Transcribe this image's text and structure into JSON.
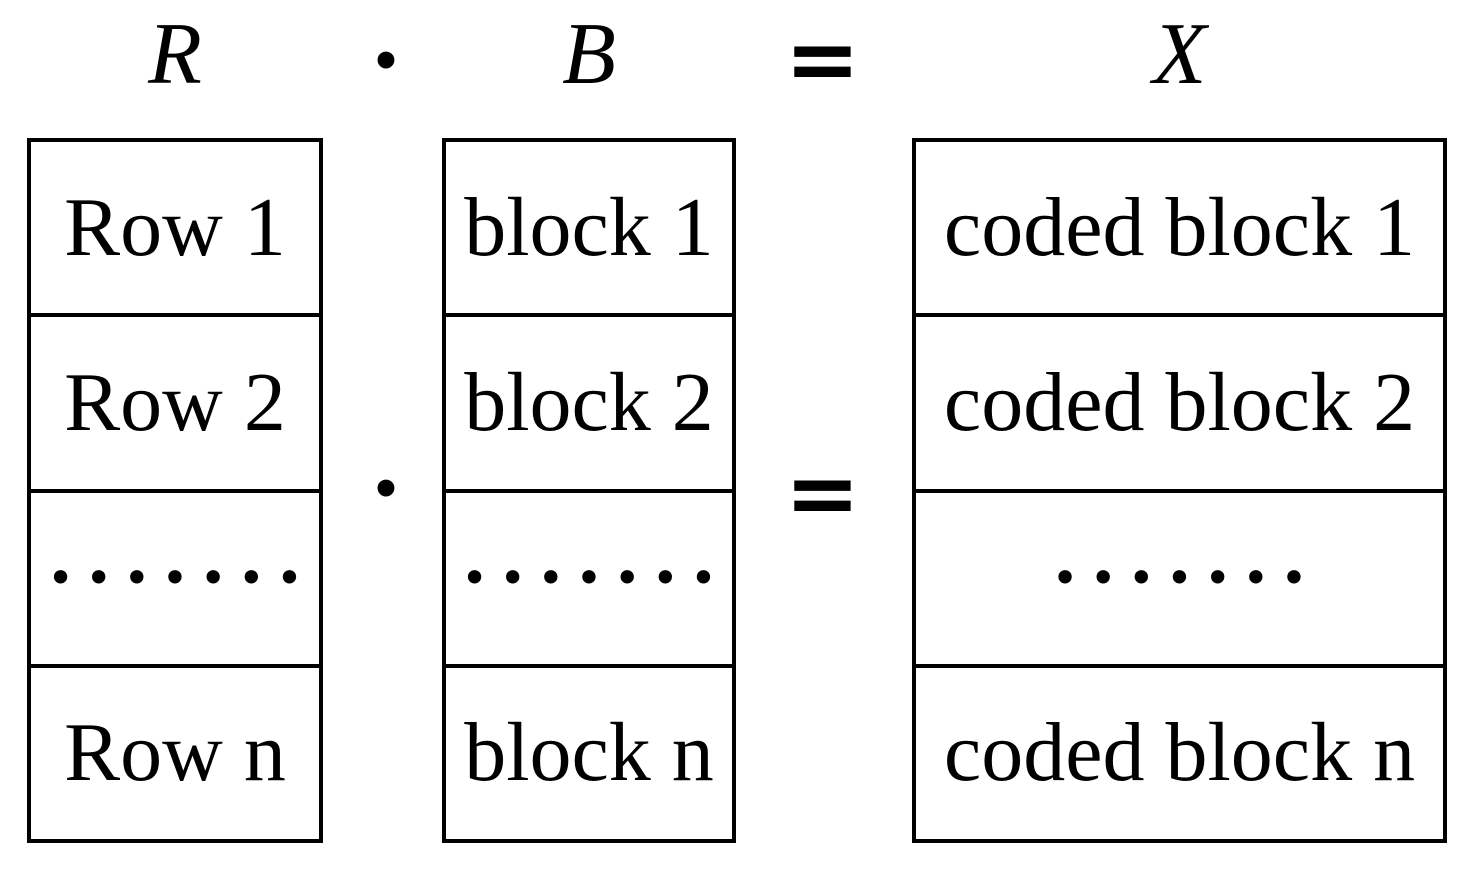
{
  "equation": {
    "r_label": "R",
    "b_label": "B",
    "x_label": "X",
    "dot_operator": "•",
    "equals_operator": "="
  },
  "tables": {
    "r": {
      "header": "R",
      "rows": [
        "Row 1",
        "Row 2",
        "•••••••",
        "Row n"
      ]
    },
    "b": {
      "header": "B",
      "rows": [
        "block 1",
        "block 2",
        "•••••••",
        "block n"
      ]
    },
    "x": {
      "header": "X",
      "rows": [
        "coded block 1",
        "coded block 2",
        "•••••••",
        "coded block n"
      ]
    }
  },
  "colors": {
    "ink": "#000000",
    "background": "#ffffff"
  }
}
